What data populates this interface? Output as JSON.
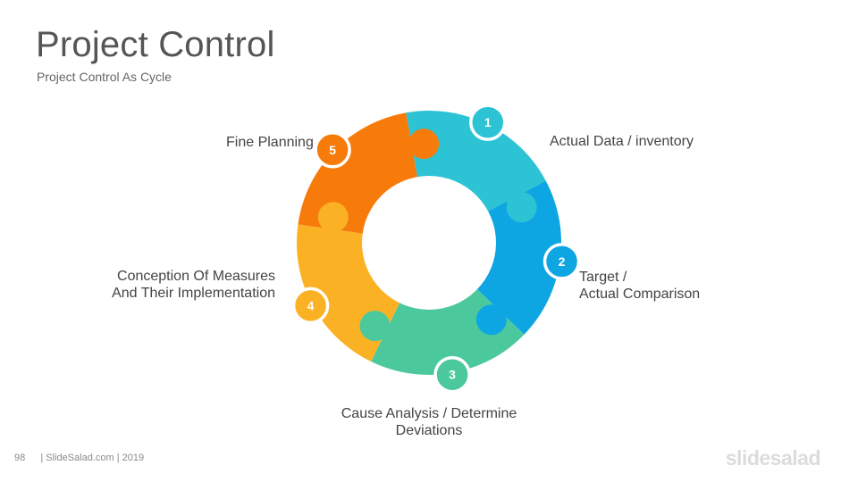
{
  "slide": {
    "title": "Project Control",
    "subtitle": "Project Control As Cycle"
  },
  "steps": [
    {
      "number": "1",
      "label_lines": [
        "Fine Planning"
      ],
      "color": "#2CC3D4"
    },
    {
      "number": "2",
      "label_lines": [
        "Actual Data / inventory"
      ],
      "color": "#0EA5E3"
    },
    {
      "number": "3",
      "label_lines": [
        "Target /",
        "Actual Comparison"
      ],
      "color": "#4BC99D"
    },
    {
      "number": "4",
      "label_lines": [
        "Cause Analysis / Determine",
        "Deviations"
      ],
      "color": "#FBB124"
    },
    {
      "number": "5",
      "label_lines": [
        "Conception Of Measures",
        "And Their Implementation"
      ],
      "color": "#F77B0A"
    }
  ],
  "footer": {
    "page_number": "98",
    "credit": "| SlideSalad.com | 2019",
    "brand": "slidesalad"
  }
}
